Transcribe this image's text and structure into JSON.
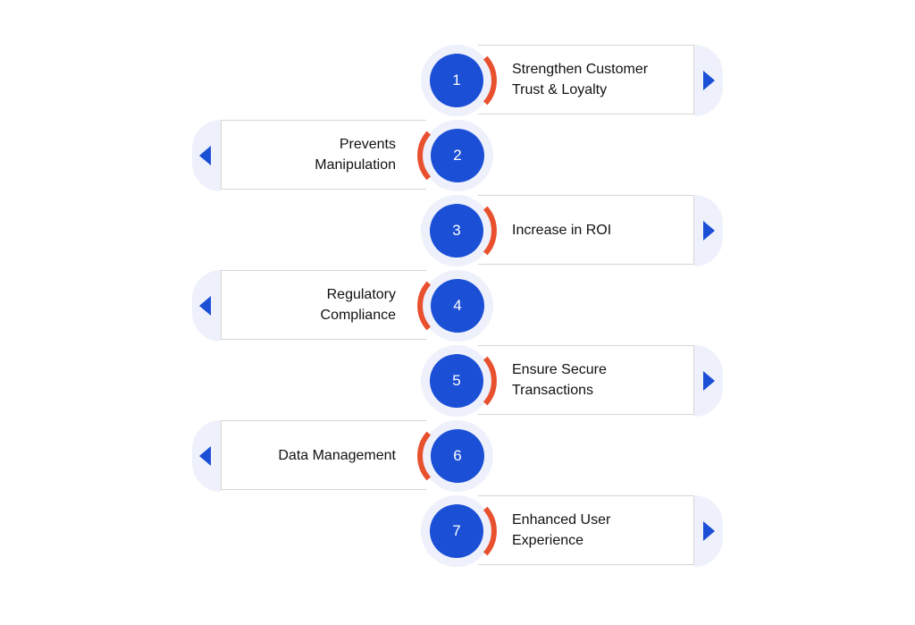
{
  "colors": {
    "node_fill": "#1a4fd6",
    "accent_arc": "#e8502e",
    "halo": "#eef1fb",
    "arrow": "#1a4fd6",
    "card_border": "#d6d6d6"
  },
  "steps": [
    {
      "number": "1",
      "label": "Strengthen Customer\nTrust & Loyalty",
      "direction": "right",
      "icon": "arrow-right-icon"
    },
    {
      "number": "2",
      "label": "Prevents\nManipulation",
      "direction": "left",
      "icon": "arrow-left-icon"
    },
    {
      "number": "3",
      "label": "Increase in ROI",
      "direction": "right",
      "icon": "arrow-right-icon"
    },
    {
      "number": "4",
      "label": "Regulatory\nCompliance",
      "direction": "left",
      "icon": "arrow-left-icon"
    },
    {
      "number": "5",
      "label": "Ensure Secure\nTransactions",
      "direction": "right",
      "icon": "arrow-right-icon"
    },
    {
      "number": "6",
      "label": "Data Management",
      "direction": "left",
      "icon": "arrow-left-icon"
    },
    {
      "number": "7",
      "label": "Enhanced User\nExperience",
      "direction": "right",
      "icon": "arrow-right-icon"
    }
  ]
}
